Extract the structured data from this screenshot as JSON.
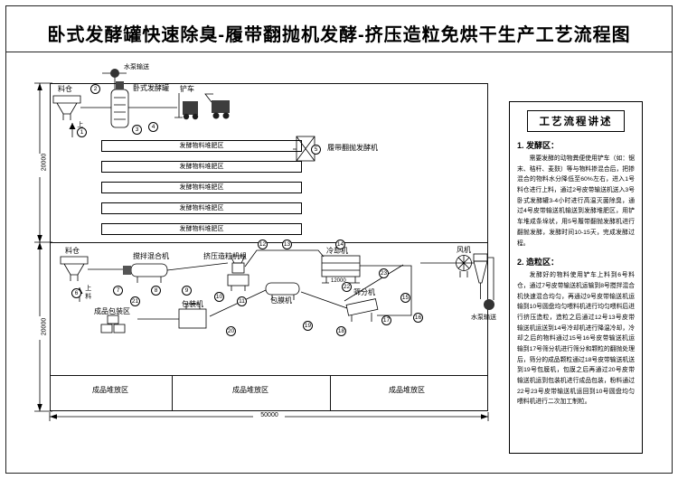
{
  "title": "卧式发酵罐快速除臭-履带翻抛机发酵-挤压造粒免烘干生产工艺流程图",
  "zones": {
    "compost": "发酵物料堆肥区",
    "finished": "成品堆放区"
  },
  "labels": {
    "silo_top": "料仓",
    "feed_top": "上料",
    "fermenter": "卧式发酵罐",
    "forklift": "铲车",
    "pump_top": "水泵输送",
    "turner": "履带翻抛发酵机",
    "silo_bottom": "料仓",
    "feed_bottom": "上料",
    "mixer": "搅拌混合机",
    "granulator": "挤压造粒机组",
    "cooler": "冷却机",
    "fan": "风机",
    "pump_right": "水泵输送",
    "packing_area": "成品包装区",
    "packer": "包装机",
    "coater": "包膜机",
    "sieve": "筛分机"
  },
  "dimensions": {
    "total_width": "50000",
    "upper_height": "20000",
    "lower_height": "20000",
    "cooler_width": "12000"
  },
  "markers": [
    "1",
    "2",
    "3",
    "4",
    "5",
    "6",
    "7",
    "8",
    "9",
    "10",
    "11",
    "12",
    "13",
    "14",
    "15",
    "16",
    "17",
    "18",
    "19",
    "20",
    "21",
    "22",
    "23"
  ],
  "panel": {
    "title": "工艺流程讲述",
    "sections": [
      {
        "heading": "1. 发酵区：",
        "body": "需要发酵的动物粪便使用铲车（如：锯末、秸秆、麦麸）等与物料掺混合后，把掺混合的物料水分降低至60%左右，进入1号料仓进行上料，通过2号皮带输送机送入3号卧式发酵罐3-4小时进行高温灭菌除臭，通过4号皮带输送机输送到发酵堆肥区，用铲车堆成条垛状，用5号履带翻抛发酵机进行翻抛发酵，发酵时间10-15天，完成发酵过程。"
      },
      {
        "heading": "2. 造粒区：",
        "body": "发酵好的物料使用铲车上料到6号料仓，通过7号皮带输送机运输到8号搅拌混合机快速混合均匀，再通过9号皮带输送机运输到10号圆盘均匀喂料机进行均匀喂料后进行挤压造粒，造粒之后通过12号13号皮带输送机运送到14号冷却机进行降温冷却，冷却之后的物料通过15号16号皮带输送机运输到17号筛分机进行筛分和颗粒的翻抛处理后，筛分的成品颗粒通过18号皮带输送机送到19号包膜机，包膜之后再通过20号皮带输送机运到包装机进行成品包装，粉料通过22号23号皮带输送机运回到10号圆盘均匀喂料机进行二次加工制粒。"
      }
    ]
  }
}
